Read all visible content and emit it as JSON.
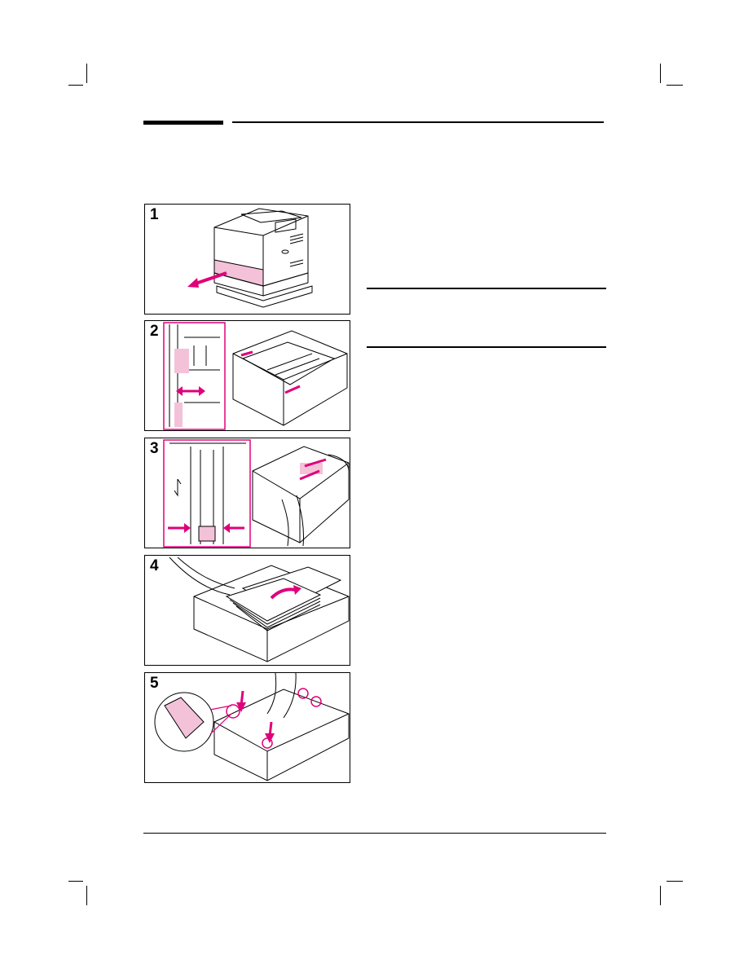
{
  "steps": [
    {
      "number": "1",
      "illustration": "pull-tray-out"
    },
    {
      "number": "2",
      "illustration": "adjust-rear-guide"
    },
    {
      "number": "3",
      "illustration": "adjust-side-guides"
    },
    {
      "number": "4",
      "illustration": "load-paper-stack"
    },
    {
      "number": "5",
      "illustration": "press-paper-down-under-tabs"
    }
  ],
  "colors": {
    "accent": "#e0007a",
    "ink": "#000000",
    "highlight": "#f3c2d8"
  }
}
